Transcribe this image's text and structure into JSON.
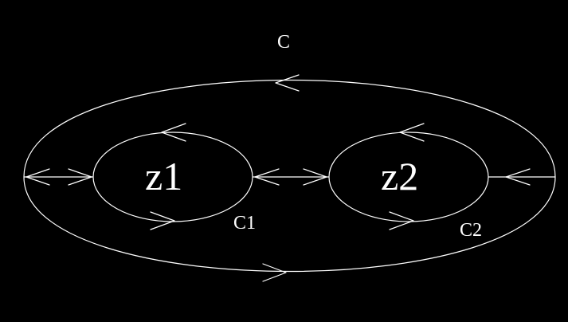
{
  "diagram": {
    "outer_contour_label": "C",
    "contour_1_label": "C1",
    "contour_2_label": "C2",
    "point_1_label": "z1",
    "point_2_label": "z2",
    "colors": {
      "background": "#000000",
      "stroke": "#ffffff"
    }
  }
}
